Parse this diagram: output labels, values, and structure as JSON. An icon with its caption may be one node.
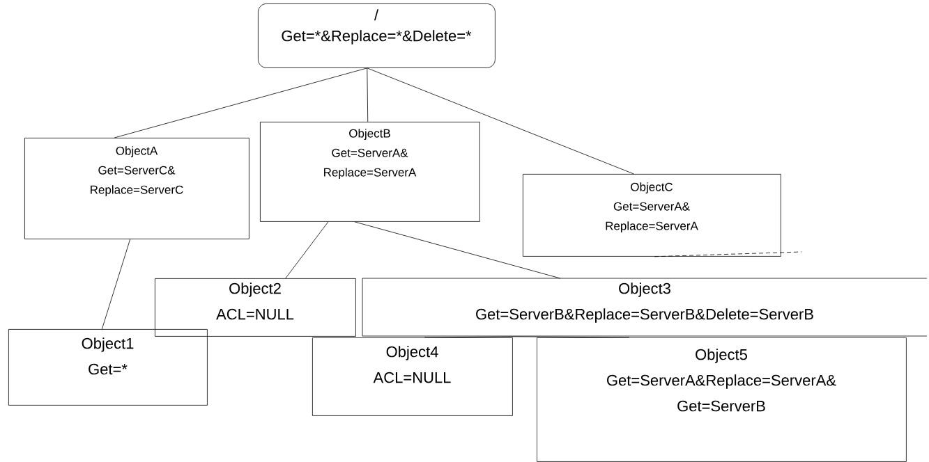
{
  "diagram": {
    "nodes": [
      {
        "text": [
          "/",
          "Get=*&Replace=*&Delete=*"
        ]
      },
      {
        "text": [
          "ObjectA",
          "Get=ServerC& Replace=ServerC"
        ]
      },
      {
        "text": [
          "ObjectB",
          "Get=ServerA& Replace=ServerA"
        ]
      },
      {
        "text": [
          "ObjectC",
          "Get=ServerA& Replace=ServerA"
        ]
      },
      {
        "text": [
          "Object1",
          "Get=*"
        ]
      },
      {
        "text": [
          "Object2",
          "ACL=NULL"
        ]
      },
      {
        "text": [
          "Object3",
          "Get=ServerB&Replace=ServerB&Delete=ServerB"
        ]
      },
      {
        "text": [
          "Object4",
          "ACL=NULL"
        ]
      },
      {
        "text": [
          "Object5",
          "Get=ServerA&Replace=ServerA& Get=ServerB"
        ]
      }
    ],
    "edges": [
      {
        "from": 0,
        "to": 1,
        "arrow": "none"
      },
      {
        "from": 0,
        "to": 2,
        "arrow": "none"
      },
      {
        "from": 0,
        "to": 3,
        "arrow": "none"
      },
      {
        "from": 1,
        "to": 4,
        "arrow": "none"
      },
      {
        "from": 2,
        "to": 5,
        "arrow": "none"
      },
      {
        "from": 2,
        "to": 6,
        "arrow": "none"
      },
      {
        "from": 6,
        "to": 7,
        "arrow": "none"
      },
      {
        "from": 6,
        "to": 8,
        "arrow": "none"
      },
      {
        "from": 3,
        "to": null,
        "arrow": "none",
        "style": "dashed"
      }
    ]
  }
}
